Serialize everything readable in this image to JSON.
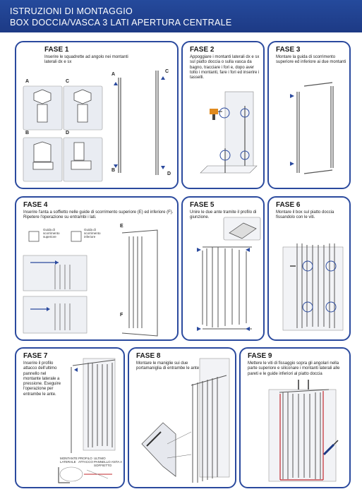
{
  "header": {
    "line1": "ISTRUZIONI DI MONTAGGIO",
    "line2": "BOX DOCCIA/VASCA 3 LATI APERTURA CENTRALE"
  },
  "colors": {
    "header_bg": "#1f3c88",
    "panel_border": "#2b4a9e",
    "arrow_blue": "#2b4a9e",
    "seal_red": "#c0272d"
  },
  "steps": [
    {
      "title": "FASE 1",
      "text": "Inserire le squadrette ad angolo nei montanti laterali dx e sx",
      "labels": [
        "A",
        "C",
        "B",
        "D"
      ],
      "corner_labels": [
        "A",
        "C",
        "B",
        "D"
      ]
    },
    {
      "title": "FASE 2",
      "text": "Appoggiare i montanti laterali dx e sx sul piatto doccia o sulla vasca da bagno, tracciare i fori e, dopo aver tolto i montanti, fare i fori ed inserire i tasselli."
    },
    {
      "title": "FASE 3",
      "text": "Montare la guida di scorrimento superiore ed inferiore ai due montanti"
    },
    {
      "title": "FASE 4",
      "text": "Inserire l'anta a soffietto nelle guide di scorrimento superiore (E) ed inferiore (F). Ripetere l'operazione su entrambi i lati.",
      "guide_upper": "Guida di scorrimento superiore",
      "guide_lower": "Guida di scorrimento inferiore",
      "labels": [
        "E",
        "F",
        "E",
        "F"
      ]
    },
    {
      "title": "FASE 5",
      "text": "Unire le due ante tramite il profilo di giunzione."
    },
    {
      "title": "FASE 6",
      "text": "Montare il box sul piatto doccia fissandolo con le viti."
    },
    {
      "title": "FASE 7",
      "text": "Inserire il profilo attacco dell'ultimo pannello nel montante laterale a pressione. Eseguire l'operazione per entrambe le ante.",
      "detail_labels": [
        "MONTANTE LATERALE",
        "PROFILO ATTACCO",
        "ULTIMO PANNELLO ANTA A SOFFIETTO"
      ]
    },
    {
      "title": "FASE 8",
      "text": "Montare le maniglie sui due portamaniglia di entrambe le ante"
    },
    {
      "title": "FASE 9",
      "text": "Mettere le viti di fissaggio sopra gli angolari nella parte superiore e siliconare i montanti laterali alle pareti e le guide inferiori al piatto doccia"
    }
  ]
}
